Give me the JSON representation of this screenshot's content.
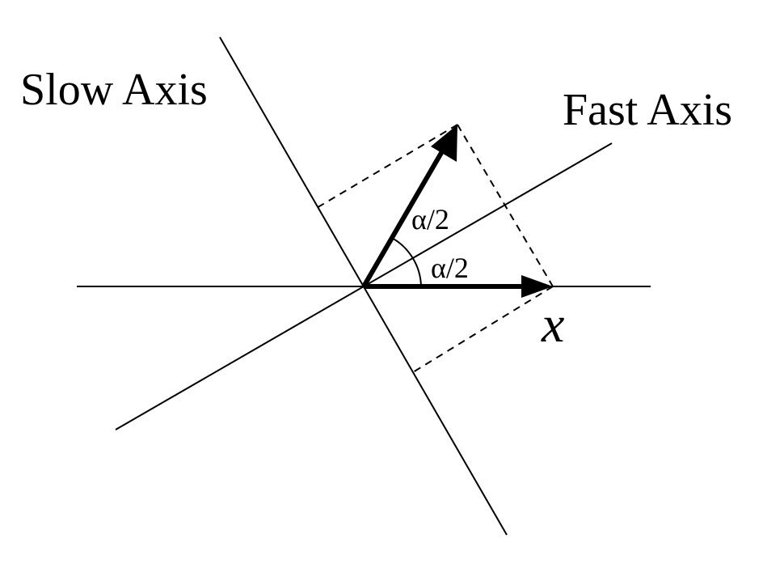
{
  "labels": {
    "slow_axis": "Slow Axis",
    "fast_axis": "Fast Axis",
    "angle_upper": "α/2",
    "angle_lower": "α/2",
    "x_var": "x"
  },
  "colors": {
    "ink": "#000000",
    "background": "#ffffff"
  }
}
